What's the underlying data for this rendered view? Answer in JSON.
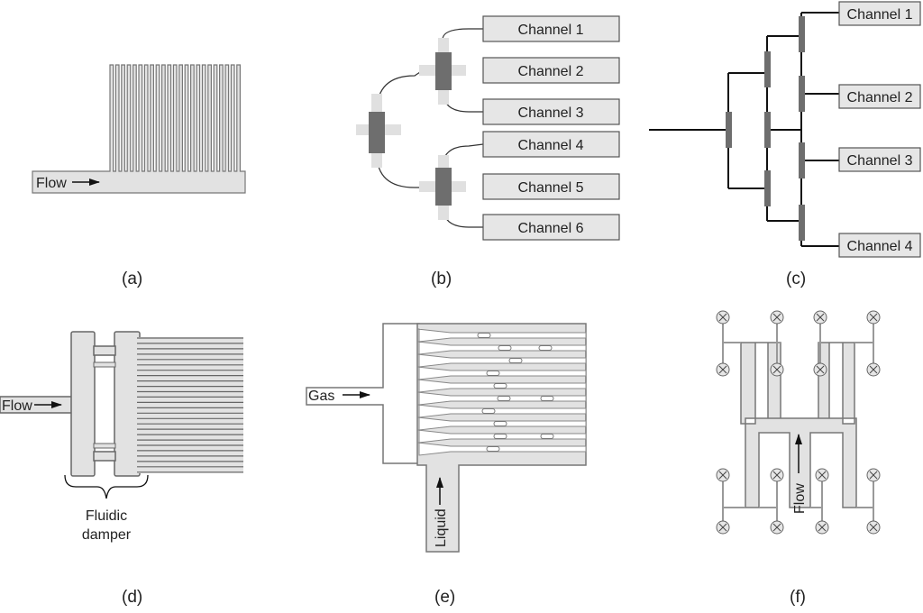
{
  "captions": [
    "(a)",
    "(b)",
    "(c)",
    "(d)",
    "(e)",
    "(f)"
  ],
  "panel_a": {
    "flow_label": "Flow"
  },
  "panel_b": {
    "channels": [
      "Channel 1",
      "Channel 2",
      "Channel 3",
      "Channel 4",
      "Channel 5",
      "Channel 6"
    ]
  },
  "panel_c": {
    "channels": [
      "Channel 1",
      "Channel 2",
      "Channel 3",
      "Channel 4"
    ]
  },
  "panel_d": {
    "flow_label": "Flow",
    "damper_label_1": "Fluidic",
    "damper_label_2": "damper"
  },
  "panel_e": {
    "gas_label": "Gas",
    "liquid_label": "Liquid"
  },
  "panel_f": {
    "flow_label": "Flow"
  },
  "colors": {
    "channel_fill": "#e2e2e2",
    "channel_stroke": "#666666",
    "resistor": "#6e6e6e",
    "line": "#111111"
  }
}
